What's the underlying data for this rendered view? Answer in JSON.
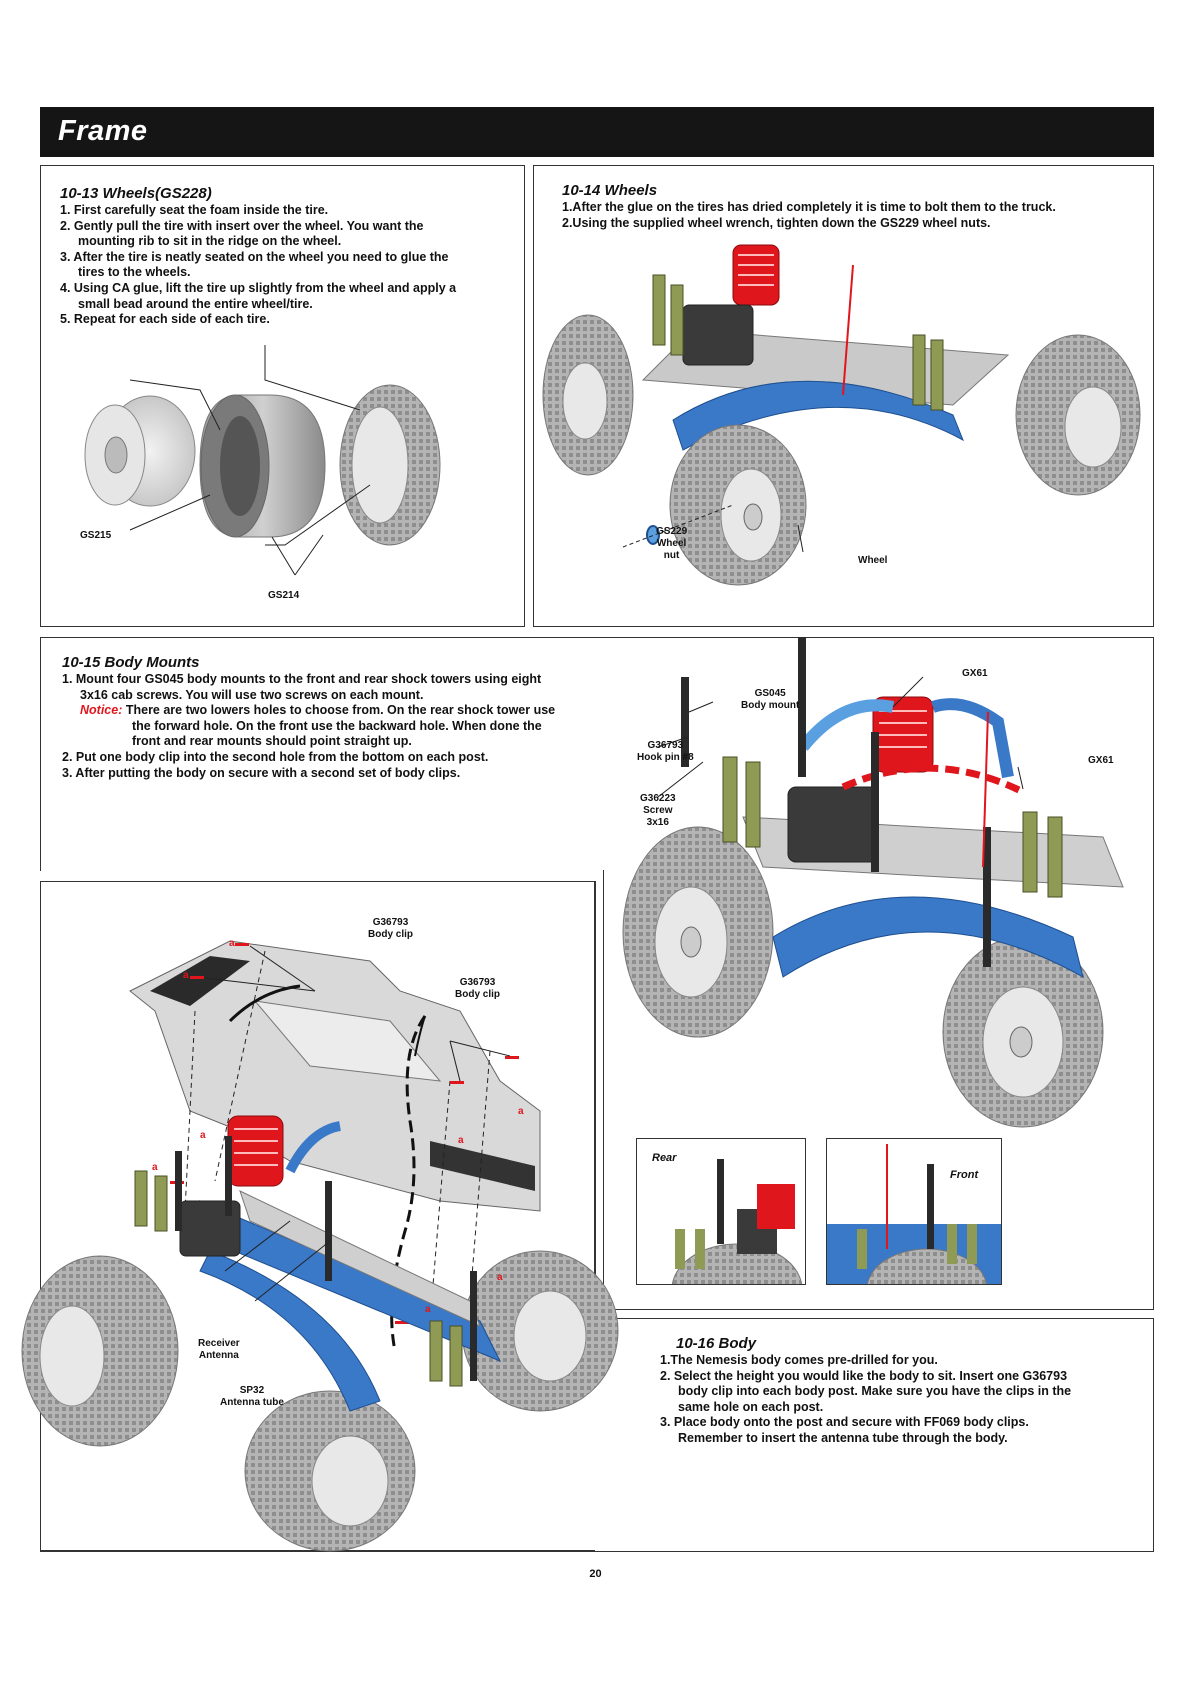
{
  "header": {
    "title": "Frame"
  },
  "s1013": {
    "title": "10-13  Wheels(GS228)",
    "l1": "1. First carefully seat the foam inside the tire.",
    "l2a": "2. Gently pull the tire with insert over the wheel.  You want the",
    "l2b": "mounting rib to sit in the ridge on the wheel.",
    "l3a": "3. After the tire is neatly seated on the wheel you need to glue the",
    "l3b": "tires to the wheels.",
    "l4a": "4. Using CA glue, lift the tire up slightly from the wheel and apply a",
    "l4b": "small bead around the entire wheel/tire.",
    "l5": "5. Repeat for each side of each tire.",
    "label_rim": "GS215",
    "label_foam": "GS214"
  },
  "s1014": {
    "title": "10-14  Wheels",
    "l1": "1.After the glue on the tires has dried completely it is time to bolt them to the truck.",
    "l2": "2.Using the supplied wheel wrench, tighten down the GS229 wheel nuts.",
    "nut1": "GS229",
    "nut2": "Wheel",
    "nut3": "nut",
    "wheel": "Wheel"
  },
  "s1015": {
    "title": "10-15  Body Mounts",
    "l1a": "1. Mount four GS045 body mounts to the front and rear shock towers using eight",
    "l1b": "3x16 cab screws.  You will use two screws on each mount.",
    "notice_label": "Notice:",
    "n1": " There are two lowers holes to choose from.  On the rear shock tower use",
    "n2": "the forward hole.  On the front use the backward hole. When done the",
    "n3": "front and rear mounts should point straight up.",
    "l2": "2. Put one body clip into the second hole from the bottom on each post.",
    "l3": "3. After putting the body on secure with a second set of body clips.",
    "mount1": "GS045",
    "mount2": "Body mount",
    "pin1": "G36793",
    "pin2": "Hook pin #8",
    "screw1": "G36223",
    "screw2": "Screw",
    "screw3": "3x16",
    "gx_a": "GX61",
    "gx_b": "GX61",
    "rear": "Rear",
    "front": "Front"
  },
  "s1016": {
    "title": "10-16  Body",
    "l1": "1.The Nemesis body comes pre-drilled for you.",
    "l2a": "2. Select the height you would like the body to sit.  Insert one G36793",
    "l2b": "body clip into each body post.  Make sure you have the clips in the",
    "l2c": "same hole on each post.",
    "l3a": "3. Place body onto the post and secure with FF069 body clips.",
    "l3b": "Remember to insert the antenna tube through the body.",
    "clip_a1": "G36793",
    "clip_a2": "Body clip",
    "clip_b1": "G36793",
    "clip_b2": "Body clip",
    "rx1": "Receiver",
    "rx2": "Antenna",
    "tube1": "SP32",
    "tube2": "Antenna tube",
    "marker": "a"
  },
  "footer": {
    "page": "20"
  },
  "colors": {
    "banner": "#151515",
    "chassis_blue": "#3a78c8",
    "engine_red": "#e0161d",
    "tire_grey": "#a8a8a8"
  }
}
